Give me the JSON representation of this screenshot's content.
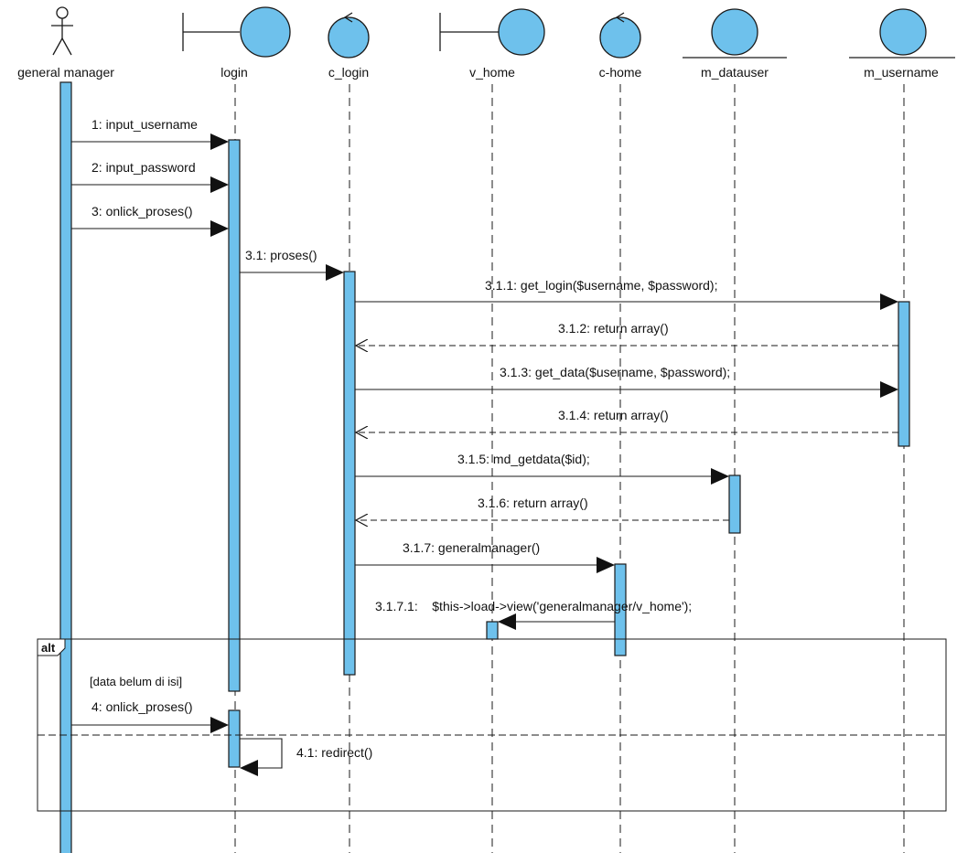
{
  "diagram": {
    "type": "sequence",
    "participants": [
      {
        "id": "general_manager",
        "name": "general manager",
        "kind": "actor"
      },
      {
        "id": "login",
        "name": "login",
        "kind": "boundary"
      },
      {
        "id": "c_login",
        "name": "c_login",
        "kind": "control"
      },
      {
        "id": "v_home",
        "name": "v_home",
        "kind": "boundary"
      },
      {
        "id": "c_home",
        "name": "c-home",
        "kind": "control"
      },
      {
        "id": "m_datauser",
        "name": "m_datauser",
        "kind": "entity"
      },
      {
        "id": "m_username",
        "name": "m_username",
        "kind": "entity"
      }
    ],
    "messages": [
      {
        "label": "1: input_username",
        "from": "general_manager",
        "to": "login",
        "kind": "sync"
      },
      {
        "label": "2: input_password",
        "from": "general_manager",
        "to": "login",
        "kind": "sync"
      },
      {
        "label": "3: onlick_proses()",
        "from": "general_manager",
        "to": "login",
        "kind": "sync"
      },
      {
        "label": "3.1: proses()",
        "from": "login",
        "to": "c_login",
        "kind": "sync"
      },
      {
        "label": "3.1.1: get_login($username, $password);",
        "from": "c_login",
        "to": "m_username",
        "kind": "sync"
      },
      {
        "label": "3.1.2: return array()",
        "from": "m_username",
        "to": "c_login",
        "kind": "return"
      },
      {
        "label": "3.1.3: get_data($username, $password);",
        "from": "c_login",
        "to": "m_username",
        "kind": "sync"
      },
      {
        "label": "3.1.4: return array()",
        "from": "m_username",
        "to": "c_login",
        "kind": "return"
      },
      {
        "label": "3.1.5: md_getdata($id);",
        "from": "c_login",
        "to": "m_datauser",
        "kind": "sync"
      },
      {
        "label": "3.1.6: return array()",
        "from": "m_datauser",
        "to": "c_login",
        "kind": "return"
      },
      {
        "label": "3.1.7: generalmanager()",
        "from": "c_login",
        "to": "c_home",
        "kind": "sync"
      },
      {
        "label": "3.1.7.1:    $this->load->view('generalmanager/v_home');",
        "from": "c_home",
        "to": "v_home",
        "kind": "sync"
      },
      {
        "label": "4: onlick_proses()",
        "from": "general_manager",
        "to": "login",
        "kind": "sync"
      },
      {
        "label": "4.1: redirect()",
        "from": "login",
        "to": "login",
        "kind": "self"
      }
    ],
    "fragment": {
      "operator": "alt",
      "guard": "[data belum di isi]"
    }
  },
  "colors": {
    "fill": "#6ec1ec",
    "stroke": "#1a1a1a"
  }
}
